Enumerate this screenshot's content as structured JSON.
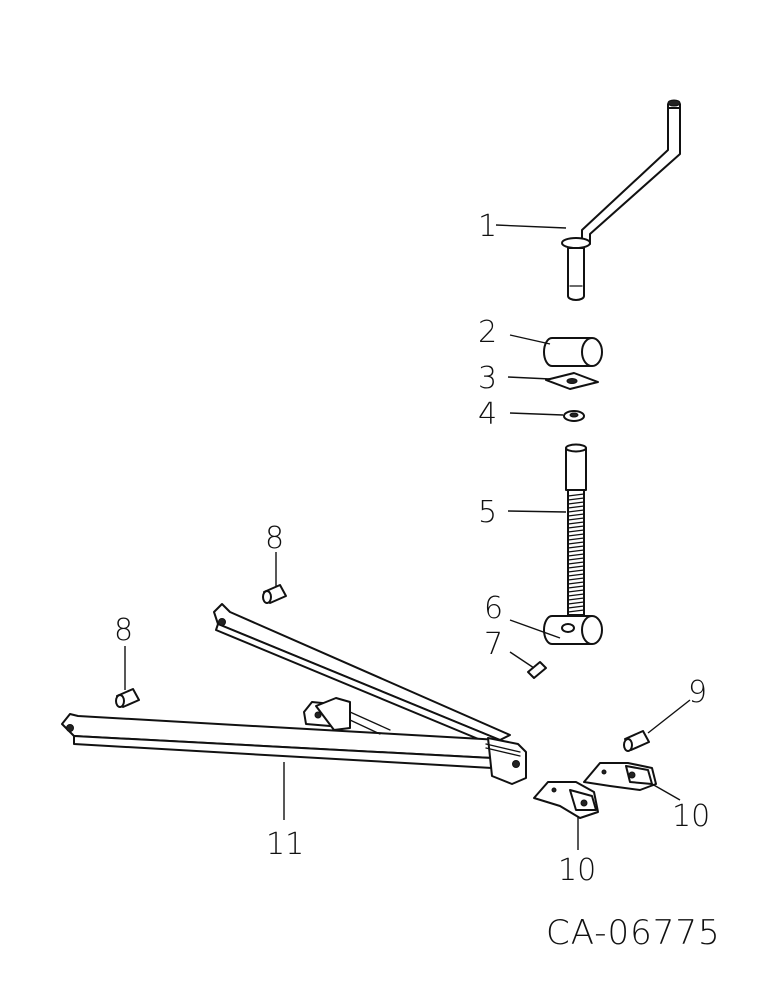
{
  "drawing_code": "CA-06775",
  "callouts": {
    "p1": "1",
    "p2": "2",
    "p3": "3",
    "p4": "4",
    "p5": "5",
    "p6": "6",
    "p7": "7",
    "p8a": "8",
    "p8b": "8",
    "p9": "9",
    "p10a": "10",
    "p10b": "10",
    "p11": "11"
  }
}
